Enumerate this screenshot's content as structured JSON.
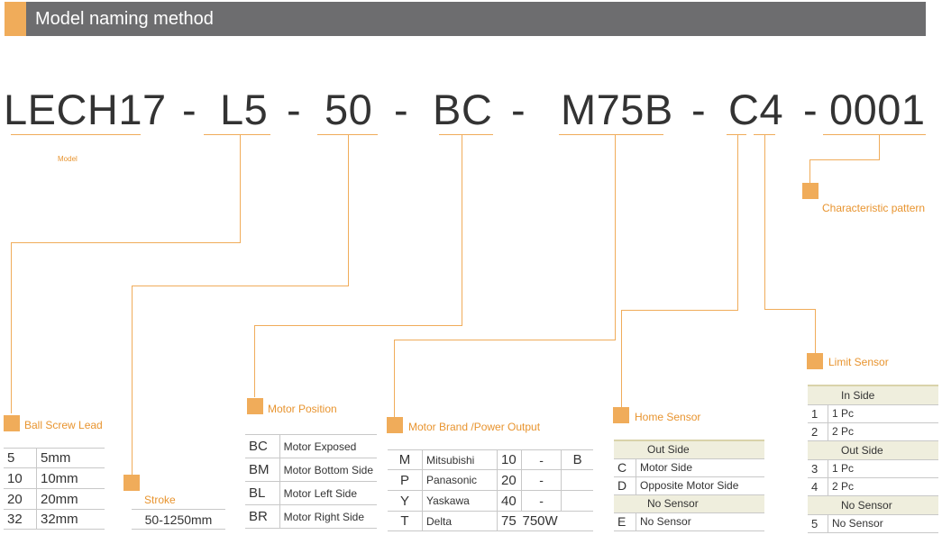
{
  "header": {
    "title": "Model naming method"
  },
  "model_code": {
    "model": "LECH17",
    "dash": "-",
    "lead": "L5",
    "stroke": "50",
    "motor_position": "BC",
    "motor": "M75B",
    "sensor": "C4",
    "pattern": "0001"
  },
  "labels": {
    "model": "Model",
    "characteristic": "Characteristic pattern",
    "ball_screw_lead": "Ball Screw Lead",
    "stroke": "Stroke",
    "motor_position": "Motor Position",
    "motor_brand": "Motor Brand /Power Output",
    "home_sensor": "Home Sensor",
    "limit_sensor": "Limit Sensor"
  },
  "ball_screw_lead": [
    {
      "code": "5",
      "value": "5mm"
    },
    {
      "code": "10",
      "value": "10mm"
    },
    {
      "code": "20",
      "value": "20mm"
    },
    {
      "code": "32",
      "value": "32mm"
    }
  ],
  "stroke": {
    "range": "50-1250mm"
  },
  "motor_position": [
    {
      "code": "BC",
      "desc": "Motor Exposed"
    },
    {
      "code": "BM",
      "desc": "Motor Bottom Side"
    },
    {
      "code": "BL",
      "desc": "Motor Left Side"
    },
    {
      "code": "BR",
      "desc": "Motor Right Side"
    }
  ],
  "motor_brand": [
    {
      "code": "M",
      "name": "Mitsubishi",
      "power": "10",
      "dash": "-",
      "brake": "B"
    },
    {
      "code": "P",
      "name": "Panasonic",
      "power": "20",
      "dash": "-",
      "brake": ""
    },
    {
      "code": "Y",
      "name": "Yaskawa",
      "power": "40",
      "dash": "-",
      "brake": ""
    },
    {
      "code": "T",
      "name": "Delta",
      "power": "75",
      "dash": "750W",
      "brake": ""
    }
  ],
  "home_sensor": {
    "out_side": "Out Side",
    "rows": [
      {
        "code": "C",
        "desc": "Motor Side"
      },
      {
        "code": "D",
        "desc": "Opposite Motor Side"
      }
    ],
    "no_sensor": "No Sensor",
    "none_row": {
      "code": "E",
      "desc": "No Sensor"
    }
  },
  "limit_sensor": {
    "in_side": "In Side",
    "in_rows": [
      {
        "code": "1",
        "desc": "1 Pc"
      },
      {
        "code": "2",
        "desc": "2 Pc"
      }
    ],
    "out_side": "Out Side",
    "out_rows": [
      {
        "code": "3",
        "desc": "1 Pc"
      },
      {
        "code": "4",
        "desc": "2 Pc"
      }
    ],
    "no_sensor": "No Sensor",
    "none_row": {
      "code": "5",
      "desc": "No Sensor"
    }
  },
  "colors": {
    "accent": "#f0ac5a",
    "header_bg": "#6d6d6f",
    "label": "#e8942f",
    "shade": "#efeedd"
  }
}
